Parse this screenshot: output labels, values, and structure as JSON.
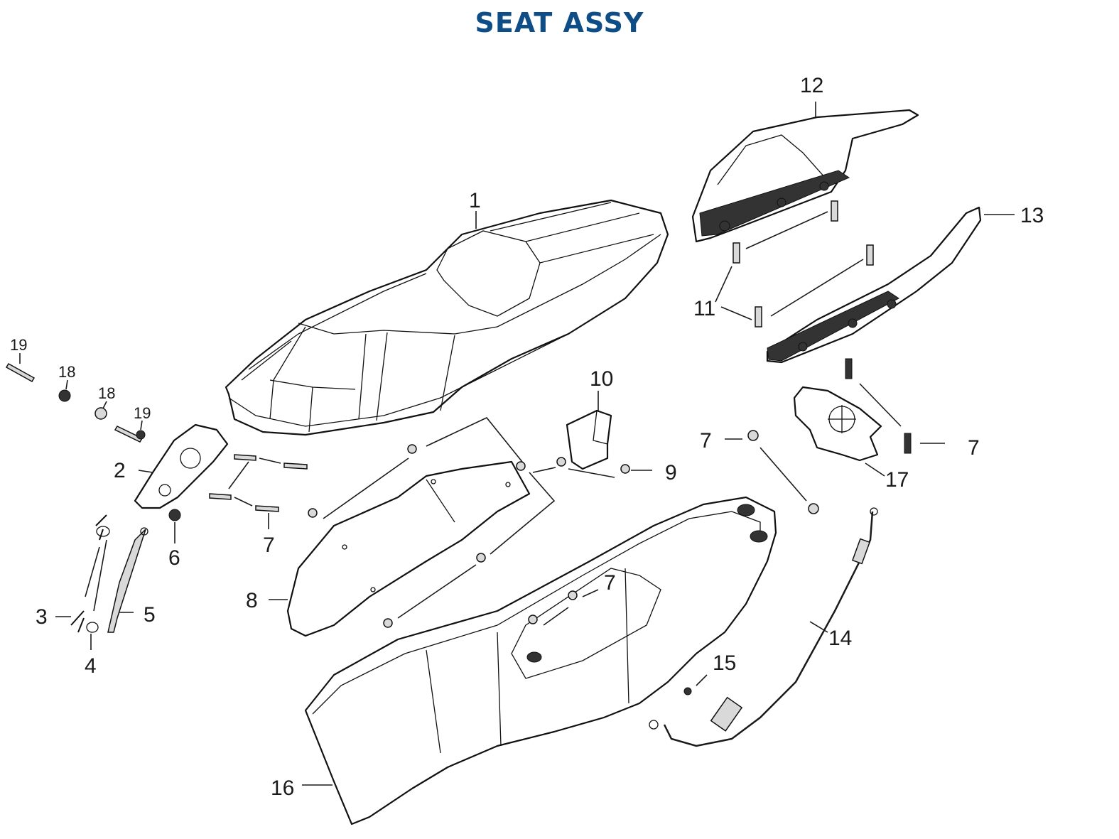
{
  "title": "SEAT ASSY",
  "colors": {
    "title": "#0e4d86",
    "ink": "#1a1a1a"
  },
  "labels": {
    "n1": "1",
    "n2": "2",
    "n3": "3",
    "n4": "4",
    "n5": "5",
    "n6": "6",
    "n7a": "7",
    "n7b": "7",
    "n7c": "7",
    "n7d": "7",
    "n8": "8",
    "n9": "9",
    "n10": "10",
    "n11": "11",
    "n12": "12",
    "n13": "13",
    "n14": "14",
    "n15": "15",
    "n16": "16",
    "n17": "17",
    "n18a": "18",
    "n18b": "18",
    "n19a": "19",
    "n19b": "19"
  }
}
